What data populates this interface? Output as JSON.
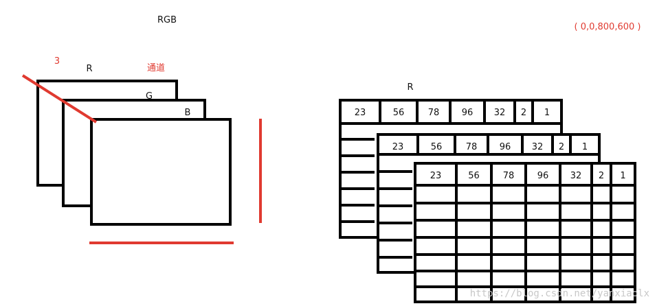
{
  "title": "RGB",
  "coord_label": "( 0,0,800,600 )",
  "channel_count": "3",
  "channel_word": "通道",
  "channels": [
    "R",
    "G",
    "B"
  ],
  "matrix_label": "R",
  "matrix_header": [
    "23",
    "56",
    "78",
    "96",
    "32",
    "2",
    "1"
  ],
  "watermark": "https://blog.csdn.net/yanxiaolx",
  "colors": {
    "annotation": "#e03a30",
    "stroke": "#000000"
  }
}
